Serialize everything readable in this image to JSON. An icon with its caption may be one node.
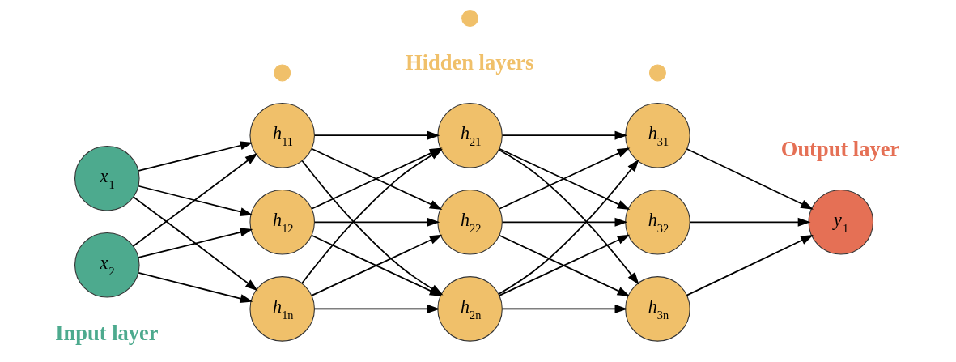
{
  "diagram": {
    "nodes": [
      {
        "text": [
          "x$_{1}$"
        ]
      },
      {
        "text": [
          "x$_{2}$"
        ]
      },
      {
        "text": [
          "h$_{11}$"
        ]
      },
      {
        "text": [
          "h$_{12}$"
        ]
      },
      {
        "text": [],
        "shape": "circle"
      },
      {
        "text": [
          "h$_{1n}$"
        ]
      },
      {
        "text": [
          "h$_{21}$"
        ]
      },
      {
        "text": [
          "h$_{22}$"
        ]
      },
      {
        "text": [],
        "shape": "circle"
      },
      {
        "text": [
          "h$_{2n}$"
        ]
      },
      {
        "text": [
          "h$_{31}$"
        ]
      },
      {
        "text": [
          "h$_{32}$"
        ]
      },
      {
        "text": [],
        "shape": "circle"
      },
      {
        "text": [
          "h$_{3n}$"
        ]
      },
      {
        "text": [
          "y$_{1}$"
        ]
      }
    ],
    "edges": [
      {
        "from": 0,
        "to": 2,
        "arrow": "to"
      },
      {
        "from": 0,
        "to": 3,
        "arrow": "to"
      },
      {
        "from": 0,
        "to": 5,
        "arrow": "to"
      },
      {
        "from": 1,
        "to": 2,
        "arrow": "to"
      },
      {
        "from": 1,
        "to": 3,
        "arrow": "to"
      },
      {
        "from": 1,
        "to": 5,
        "arrow": "to"
      },
      {
        "from": 2,
        "to": 6,
        "arrow": "to"
      },
      {
        "from": 2,
        "to": 7,
        "arrow": "to"
      },
      {
        "from": 2,
        "to": 9,
        "arrow": "to"
      },
      {
        "from": 3,
        "to": 6,
        "arrow": "to"
      },
      {
        "from": 3,
        "to": 7,
        "arrow": "to"
      },
      {
        "from": 3,
        "to": 9,
        "arrow": "to"
      },
      {
        "from": 5,
        "to": 6,
        "arrow": "to"
      },
      {
        "from": 5,
        "to": 7,
        "arrow": "to"
      },
      {
        "from": 5,
        "to": 9,
        "arrow": "to"
      },
      {
        "from": 6,
        "to": 10,
        "arrow": "to"
      },
      {
        "from": 6,
        "to": 11,
        "arrow": "to"
      },
      {
        "from": 6,
        "to": 13,
        "arrow": "to"
      },
      {
        "from": 7,
        "to": 10,
        "arrow": "to"
      },
      {
        "from": 7,
        "to": 11,
        "arrow": "to"
      },
      {
        "from": 7,
        "to": 13,
        "arrow": "to"
      },
      {
        "from": 9,
        "to": 10,
        "arrow": "to"
      },
      {
        "from": 9,
        "to": 11,
        "arrow": "to"
      },
      {
        "from": 9,
        "to": 13,
        "arrow": "to"
      },
      {
        "from": 10,
        "to": 14,
        "arrow": "to"
      },
      {
        "from": 11,
        "to": 14,
        "arrow": "to"
      },
      {
        "from": 13,
        "to": 14,
        "arrow": "to"
      }
    ],
    "labels": [
      "Input layer",
      "Hidden layers",
      "Output layer"
    ]
  }
}
